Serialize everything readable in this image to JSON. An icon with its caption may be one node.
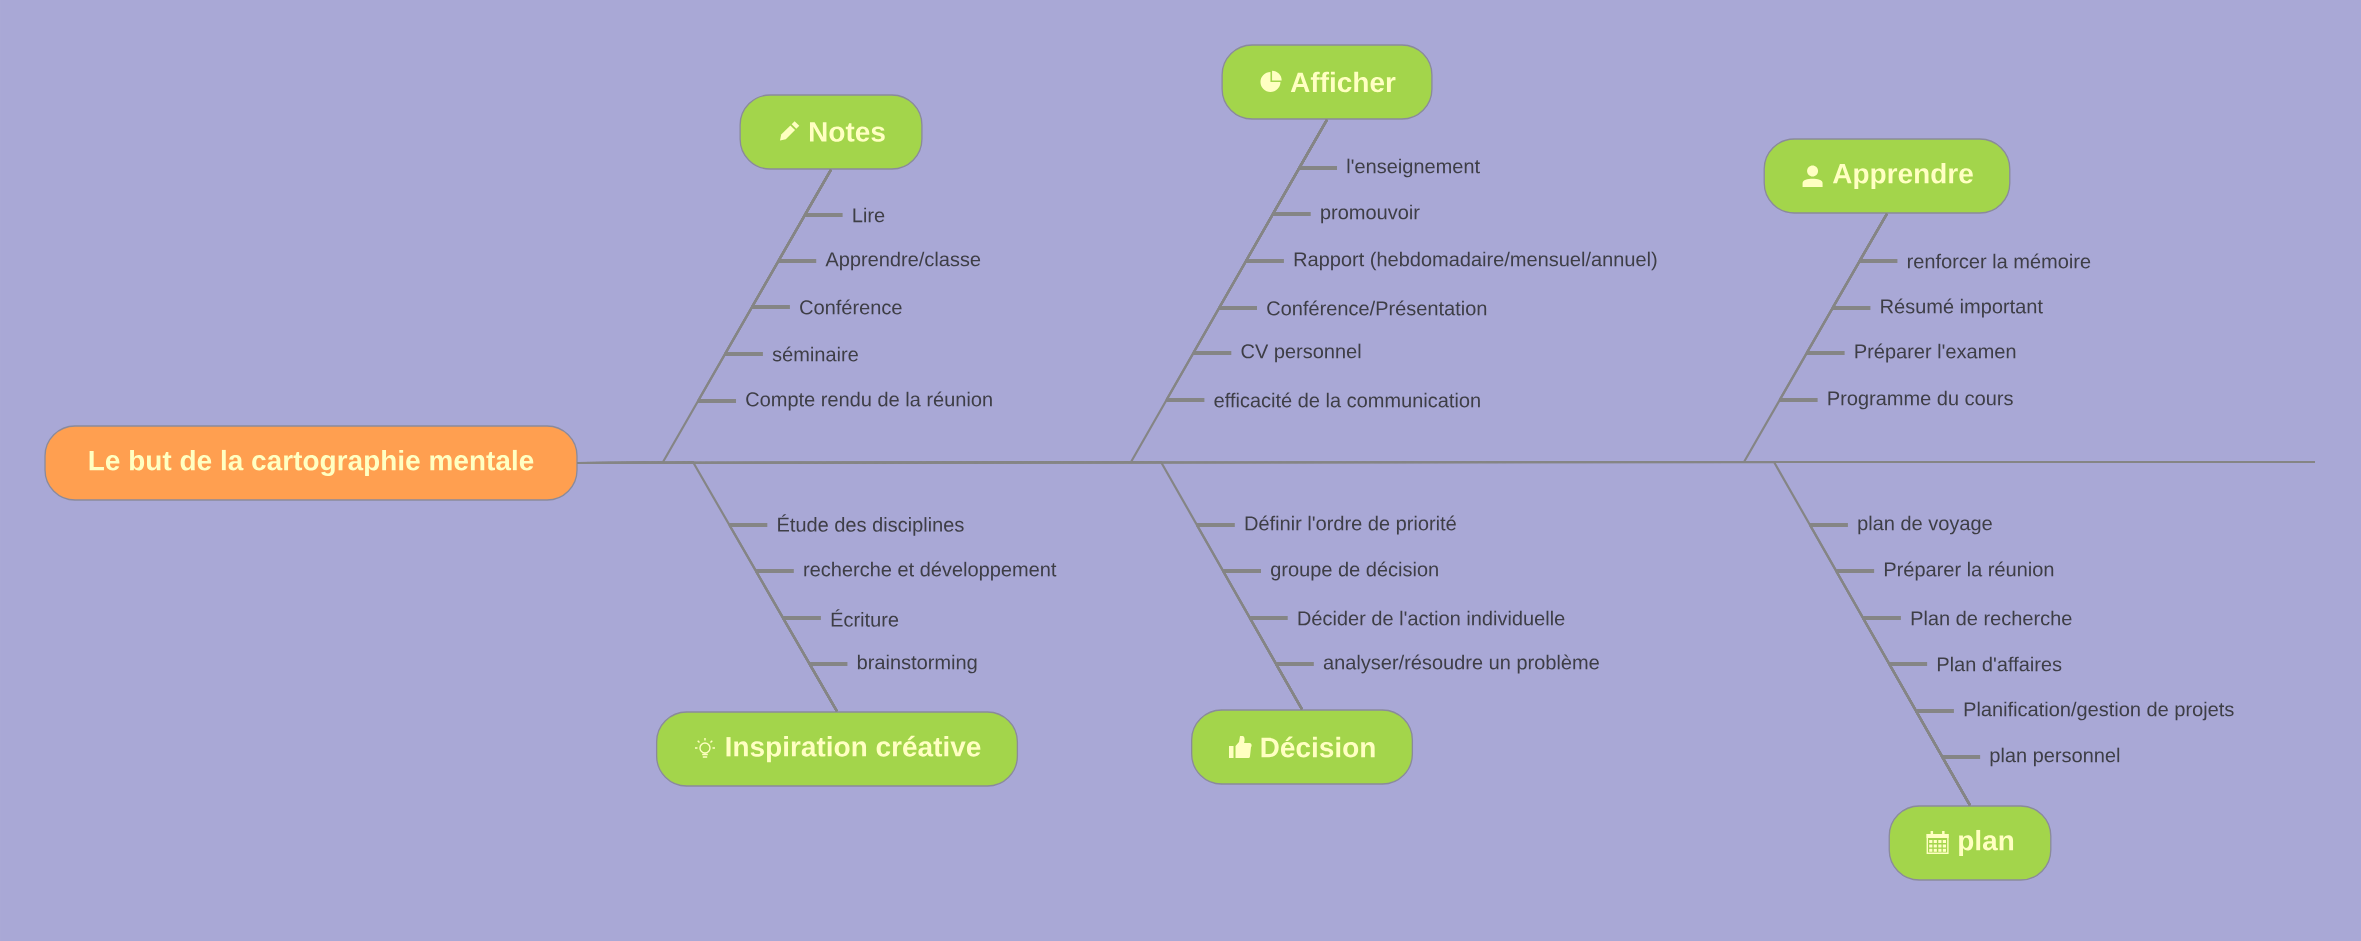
{
  "diagram": {
    "nodes": [
      {
        "text": [
          "Le but de la cartographie mentale"
        ]
      },
      {
        "text": [
          "Notes"
        ]
      },
      {
        "text": [
          "Lire"
        ]
      },
      {
        "text": [
          "Apprendre/classe"
        ]
      },
      {
        "text": [
          "Conférence"
        ]
      },
      {
        "text": [
          "séminaire"
        ]
      },
      {
        "text": [
          "Compte rendu de la réunion"
        ]
      },
      {
        "text": [
          "Afficher"
        ]
      },
      {
        "text": [
          "l'enseignement"
        ]
      },
      {
        "text": [
          "promouvoir"
        ]
      },
      {
        "text": [
          "Rapport (hebdomadaire/mensuel/annuel)"
        ]
      },
      {
        "text": [
          "Conférence/Présentation"
        ]
      },
      {
        "text": [
          "CV personnel"
        ]
      },
      {
        "text": [
          "efficacité de la communication"
        ]
      },
      {
        "text": [
          "Apprendre"
        ]
      },
      {
        "text": [
          "renforcer la mémoire"
        ]
      },
      {
        "text": [
          "Résumé important"
        ]
      },
      {
        "text": [
          "Préparer l'examen"
        ]
      },
      {
        "text": [
          "Programme du cours"
        ]
      },
      {
        "text": [
          "Inspiration créative"
        ]
      },
      {
        "text": [
          "Étude des disciplines"
        ]
      },
      {
        "text": [
          "recherche et développement"
        ]
      },
      {
        "text": [
          "Écriture"
        ]
      },
      {
        "text": [
          "brainstorming"
        ]
      },
      {
        "text": [
          "Décision"
        ]
      },
      {
        "text": [
          "Définir l'ordre de priorité"
        ]
      },
      {
        "text": [
          "groupe de décision"
        ]
      },
      {
        "text": [
          "Décider de l'action individuelle"
        ]
      },
      {
        "text": [
          "analyser/résoudre un problème"
        ]
      },
      {
        "text": [
          "plan"
        ]
      },
      {
        "text": [
          "plan de voyage"
        ]
      },
      {
        "text": [
          "Préparer la réunion"
        ]
      },
      {
        "text": [
          "Plan de recherche"
        ]
      },
      {
        "text": [
          "Plan d'affaires"
        ]
      },
      {
        "text": [
          "Planification/gestion de projets"
        ]
      },
      {
        "text": [
          "plan personnel"
        ]
      }
    ],
    "edges": [
      {
        "from": 0,
        "to": 1,
        "arrow": "none"
      },
      {
        "from": 0,
        "to": 7,
        "arrow": "none"
      },
      {
        "from": 0,
        "to": 14,
        "arrow": "none"
      },
      {
        "from": 0,
        "to": 19,
        "arrow": "none"
      },
      {
        "from": 0,
        "to": 24,
        "arrow": "none"
      },
      {
        "from": 0,
        "to": 29,
        "arrow": "none"
      },
      {
        "from": 1,
        "to": 2,
        "arrow": "none"
      },
      {
        "from": 1,
        "to": 3,
        "arrow": "none"
      },
      {
        "from": 1,
        "to": 4,
        "arrow": "none"
      },
      {
        "from": 1,
        "to": 5,
        "arrow": "none"
      },
      {
        "from": 1,
        "to": 6,
        "arrow": "none"
      },
      {
        "from": 7,
        "to": 8,
        "arrow": "none"
      },
      {
        "from": 7,
        "to": 9,
        "arrow": "none"
      },
      {
        "from": 7,
        "to": 10,
        "arrow": "none"
      },
      {
        "from": 7,
        "to": 11,
        "arrow": "none"
      },
      {
        "from": 7,
        "to": 12,
        "arrow": "none"
      },
      {
        "from": 7,
        "to": 13,
        "arrow": "none"
      },
      {
        "from": 14,
        "to": 15,
        "arrow": "none"
      },
      {
        "from": 14,
        "to": 16,
        "arrow": "none"
      },
      {
        "from": 14,
        "to": 17,
        "arrow": "none"
      },
      {
        "from": 14,
        "to": 18,
        "arrow": "none"
      },
      {
        "from": 19,
        "to": 20,
        "arrow": "none"
      },
      {
        "from": 19,
        "to": 21,
        "arrow": "none"
      },
      {
        "from": 19,
        "to": 22,
        "arrow": "none"
      },
      {
        "from": 19,
        "to": 23,
        "arrow": "none"
      },
      {
        "from": 24,
        "to": 25,
        "arrow": "none"
      },
      {
        "from": 24,
        "to": 26,
        "arrow": "none"
      },
      {
        "from": 24,
        "to": 27,
        "arrow": "none"
      },
      {
        "from": 24,
        "to": 28,
        "arrow": "none"
      },
      {
        "from": 29,
        "to": 30,
        "arrow": "none"
      },
      {
        "from": 29,
        "to": 31,
        "arrow": "none"
      },
      {
        "from": 29,
        "to": 32,
        "arrow": "none"
      },
      {
        "from": 29,
        "to": 33,
        "arrow": "none"
      },
      {
        "from": 29,
        "to": 34,
        "arrow": "none"
      },
      {
        "from": 29,
        "to": 35,
        "arrow": "none"
      }
    ]
  }
}
